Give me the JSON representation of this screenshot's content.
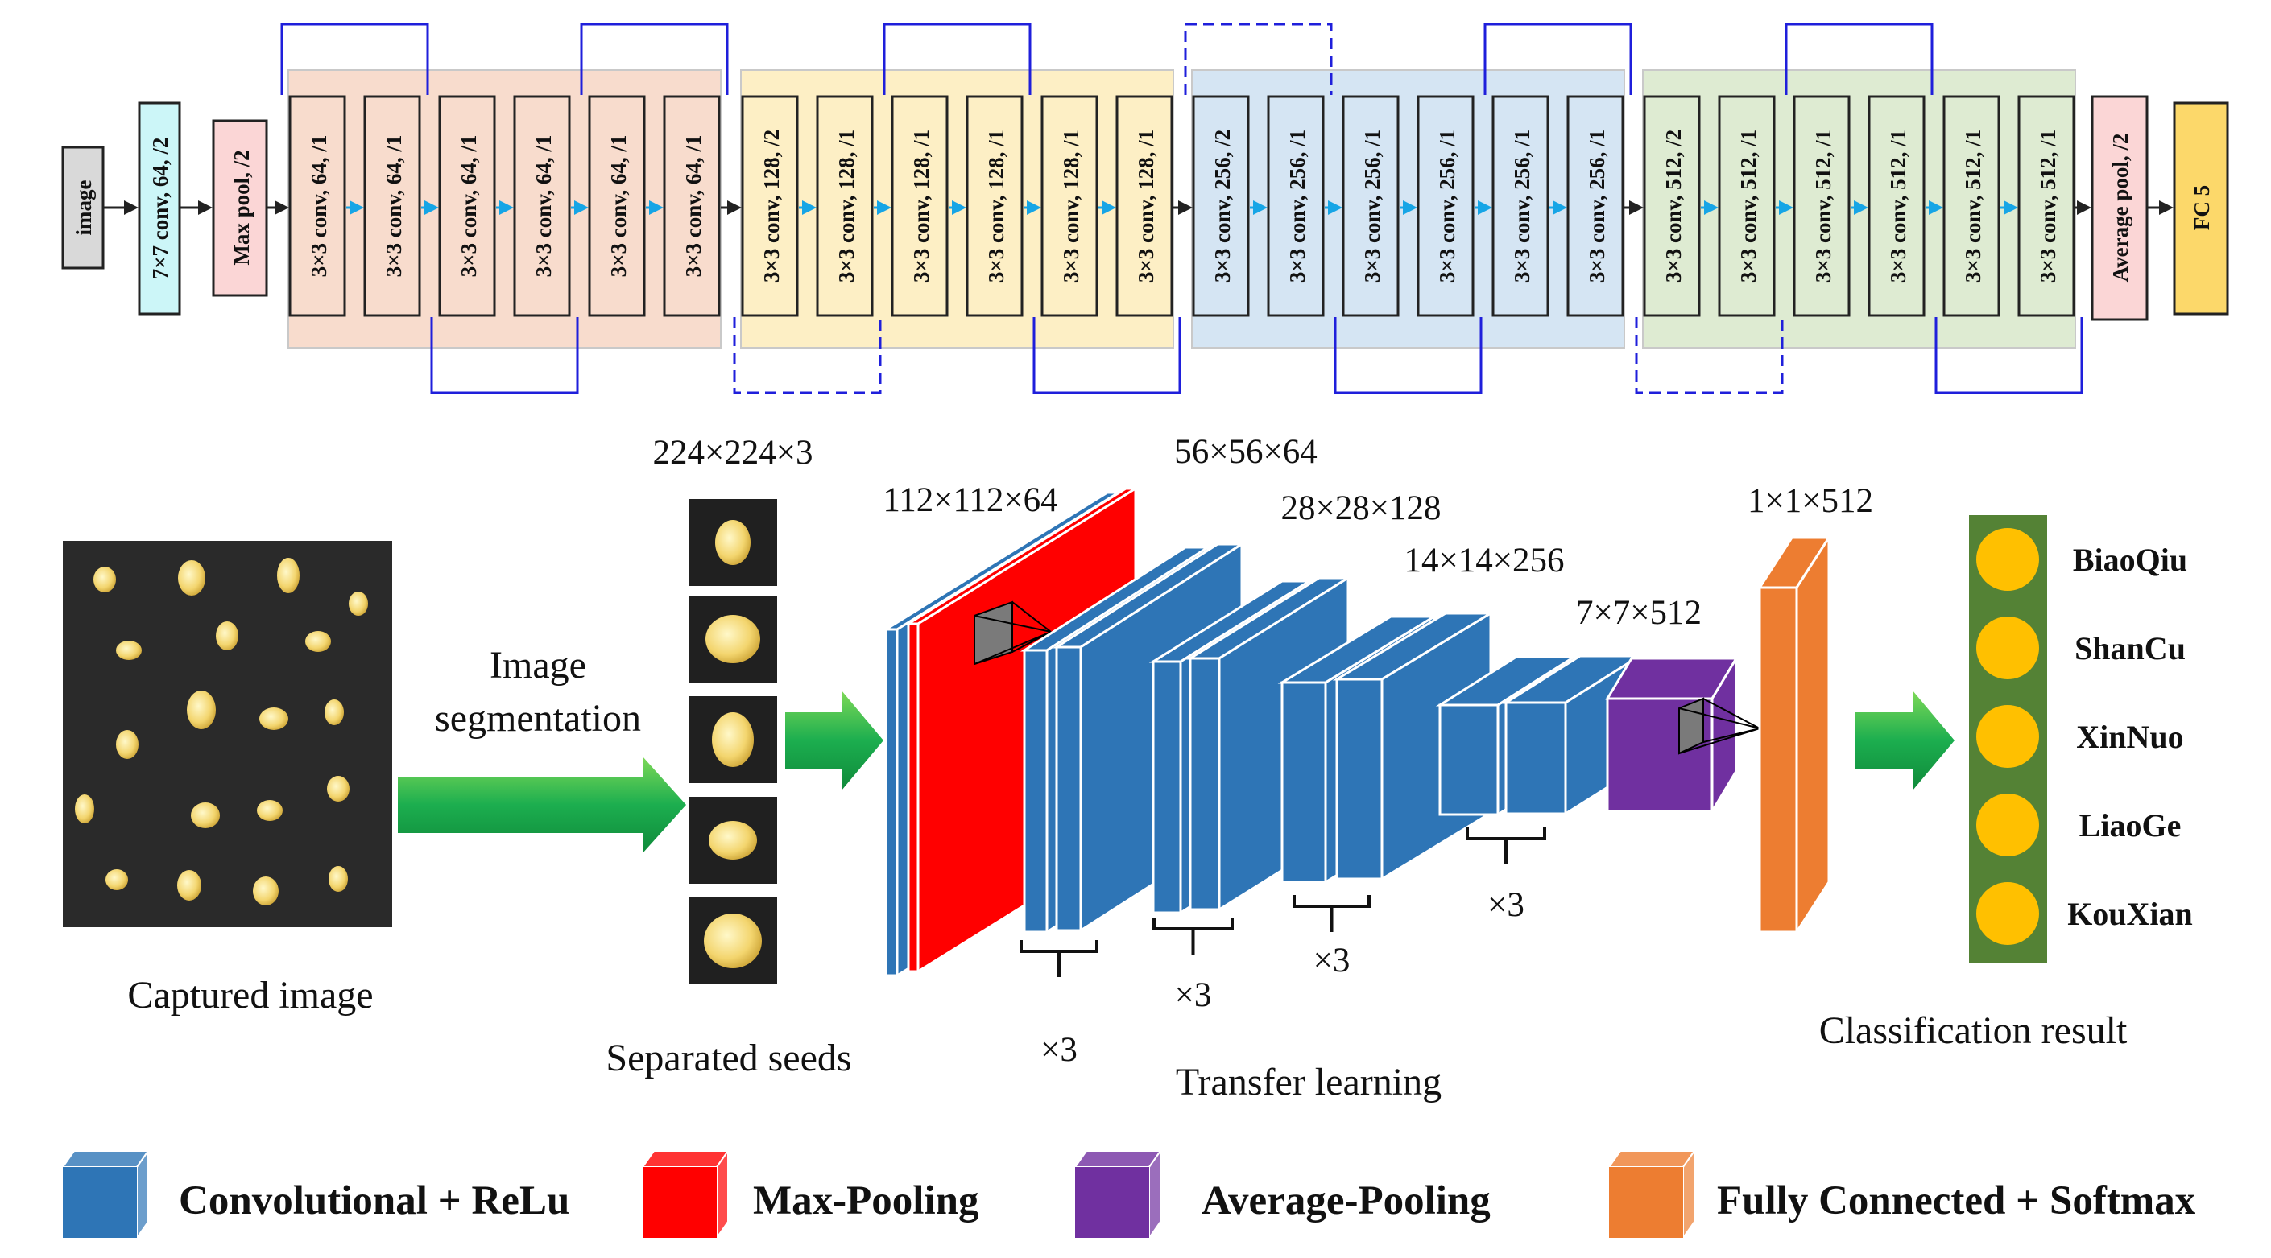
{
  "colors": {
    "conv_relu": "#2e75b6",
    "max_pool": "#ff0000",
    "avg_pool": "#7030a0",
    "fc_softmax": "#ed7d31",
    "arrow_green": "#1cae4f",
    "skip_line": "#1f1fdb",
    "class_column": "#548235",
    "class_node": "#ffc000",
    "stage1_bg": "#f8dccd",
    "stage2_bg": "#fdefc5",
    "stage3_bg": "#d5e5f3",
    "stage4_bg": "#deebd2"
  },
  "architecture": {
    "input_label": "image",
    "first_conv_label": "7×7 conv, 64, /2",
    "max_pool_label": "Max pool, /2",
    "stages": [
      {
        "layers": [
          "3×3 conv, 64, /1",
          "3×3 conv, 64, /1",
          "3×3 conv, 64, /1",
          "3×3 conv, 64, /1",
          "3×3 conv, 64, /1",
          "3×3 conv, 64, /1"
        ]
      },
      {
        "layers": [
          "3×3 conv, 128, /2",
          "3×3 conv, 128, /1",
          "3×3 conv, 128, /1",
          "3×3 conv, 128, /1",
          "3×3 conv, 128, /1",
          "3×3 conv, 128, /1"
        ]
      },
      {
        "layers": [
          "3×3 conv, 256, /2",
          "3×3 conv, 256, /1",
          "3×3 conv, 256, /1",
          "3×3 conv, 256, /1",
          "3×3 conv, 256, /1",
          "3×3 conv, 256, /1"
        ]
      },
      {
        "layers": [
          "3×3 conv, 512, /2",
          "3×3 conv, 512, /1",
          "3×3 conv, 512, /1",
          "3×3 conv, 512, /1",
          "3×3 conv, 512, /1",
          "3×3 conv, 512, /1"
        ]
      }
    ],
    "avg_pool_label": "Average pool, /2",
    "fc_label": "FC 5"
  },
  "pipeline": {
    "captured_caption": "Captured image",
    "segmentation_line1": "Image",
    "segmentation_line2": "segmentation",
    "separated_caption": "Separated seeds",
    "transfer_caption": "Transfer learning",
    "classification_caption": "Classification result",
    "dims": {
      "input": "224×224×3",
      "pool": "112×112×64",
      "s1": "56×56×64",
      "s2": "28×28×128",
      "s3": "14×14×256",
      "s4": "7×7×512",
      "fc": "1×1×512"
    },
    "repeat_labels": [
      "×3",
      "×3",
      "×3",
      "×3"
    ],
    "classes": [
      "BiaoQiu",
      "ShanCu",
      "XinNuo",
      "LiaoGe",
      "KouXian"
    ]
  },
  "legend": [
    {
      "label": "Convolutional + ReLu",
      "color": "#2e75b6"
    },
    {
      "label": "Max-Pooling",
      "color": "#ff0000"
    },
    {
      "label": "Average-Pooling",
      "color": "#7030a0"
    },
    {
      "label": "Fully Connected + Softmax",
      "color": "#ed7d31"
    }
  ]
}
